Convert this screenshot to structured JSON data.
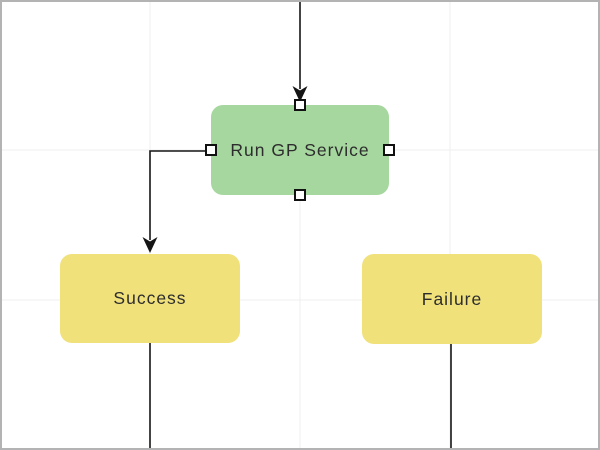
{
  "canvas": {
    "background": "#ffffff",
    "border_color": "#b3b3b3",
    "grid_color": "#efefef",
    "line_color": "#151515"
  },
  "nodes": [
    {
      "label": "Run GP Service",
      "fill": "#a6d79f",
      "text_color": "#2d2d2d",
      "selected": true
    },
    {
      "label": "Success",
      "fill": "#f0e17b",
      "text_color": "#2d2d2d",
      "selected": false
    },
    {
      "label": "Failure",
      "fill": "#f0e17b",
      "text_color": "#2d2d2d",
      "selected": false
    }
  ],
  "edges": [
    {
      "from": "canvas-top",
      "to": "Run GP Service",
      "arrowhead": true
    },
    {
      "from": "Run GP Service",
      "to": "Success",
      "arrowhead": true
    },
    {
      "from": "Success",
      "to": "canvas-bottom",
      "arrowhead": false
    },
    {
      "from": "Failure",
      "to": "canvas-bottom",
      "arrowhead": false
    }
  ],
  "selection_handles": [
    "top",
    "right",
    "bottom",
    "left"
  ]
}
